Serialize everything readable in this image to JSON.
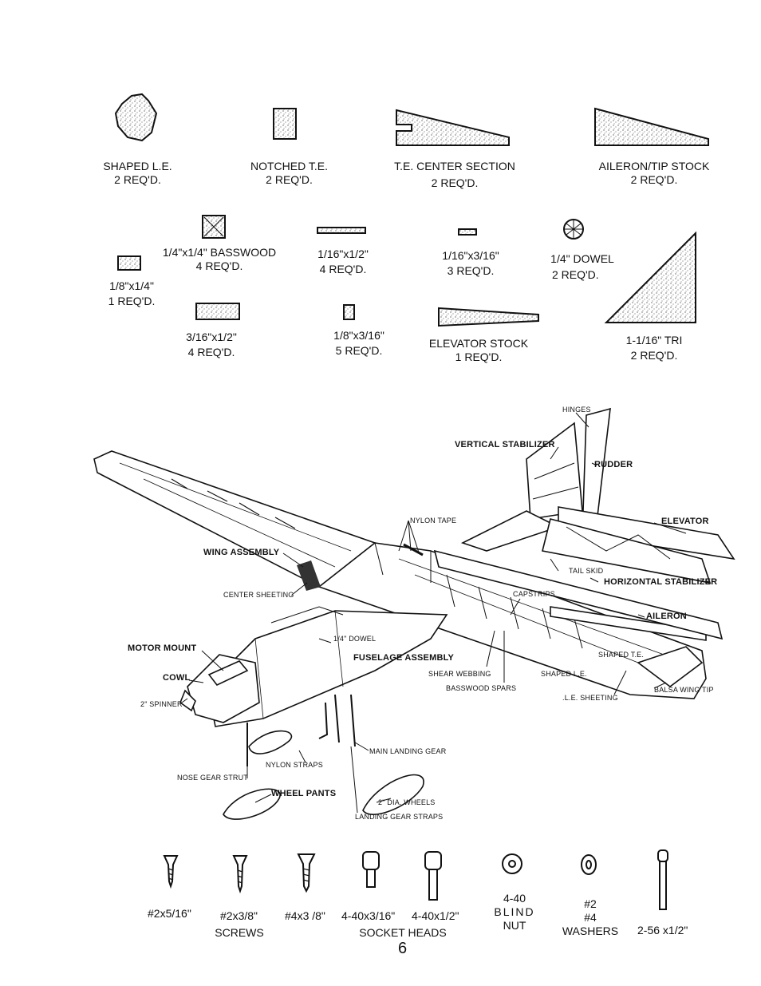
{
  "parts_top": [
    {
      "name": "SHAPED L.E.",
      "qty": "2 REQ'D."
    },
    {
      "name": "NOTCHED T.E.",
      "qty": "2 REQ'D."
    },
    {
      "name": "T.E. CENTER SECTION",
      "qty": "2 REQ'D."
    },
    {
      "name": "AILERON/TIP STOCK",
      "qty": "2 REQ'D."
    }
  ],
  "parts_mid": {
    "basswood_quarter": {
      "name": "1/4\"x1/4\" BASSWOOD",
      "qty": "4 REQ'D."
    },
    "eighth_by_quarter": {
      "name": "1/8\"x1/4\"",
      "qty": "1 REQ'D."
    },
    "sixteenth_by_half": {
      "name": "1/16\"x1/2\"",
      "qty": "4 REQ'D."
    },
    "sixteenth_by_3_16": {
      "name": "1/16\"x3/16\"",
      "qty": "3 REQ'D."
    },
    "dowel": {
      "name": "1/4\" DOWEL",
      "qty": "2 REQ'D."
    },
    "three_16_by_half": {
      "name": "3/16\"x1/2\"",
      "qty": "4 REQ'D."
    },
    "eighth_by_3_16": {
      "name": "1/8\"x3/16\"",
      "qty": "5 REQ'D."
    },
    "elevator_stock": {
      "name": "ELEVATOR STOCK",
      "qty": "1 REQ'D."
    },
    "tri": {
      "name": "1-1/16\" TRI",
      "qty": "2 REQ'D."
    }
  },
  "assembly_callouts": {
    "hinges": "HINGES",
    "vertical_stabilizer": "VERTICAL STABILIZER",
    "rudder": "RUDDER",
    "nylon_tape": "NYLON TAPE",
    "elevator": "ELEVATOR",
    "wing_assembly": "WING ASSEMBLY",
    "tail_skid": "TAIL SKID",
    "horizontal_stabilizer": "HORIZONTAL STABILIZER",
    "center_sheeting": "CENTER SHEETING",
    "capstrips": "CAPSTRIPS",
    "aileron": "AILERON",
    "motor_mount": "MOTOR MOUNT",
    "dowel_quarter": "1/4\" DOWEL",
    "fuselage_assembly": "FUSELAGE ASSEMBLY",
    "shaped_te": "SHAPED T.E.",
    "cowl": "COWL",
    "shear_webbing": "SHEAR WEBBING",
    "shaped_le": "SHAPED L.E.",
    "basswood_spars": "BASSWOOD SPARS",
    "spinner": "2\" SPINNER",
    "le_sheeting": ".L.E. SHEETING",
    "balsa_wing_tip": "BALSA WING TIP",
    "main_landing_gear": "MAIN LANDING GEAR",
    "nylon_straps": "NYLON STRAPS",
    "nose_gear_strut": "NOSE GEAR STRUT",
    "wheel_pants": "WHEEL PANTS",
    "dia_wheels": "2\" DIA. WHEELS",
    "landing_gear_straps": "LANDING GEAR STRAPS"
  },
  "hardware": {
    "screw_2x5_16": "#2x5/16\"",
    "screw_2x3_8": "#2x3/8\"",
    "screw_4x3_8": "#4x3 /8\"",
    "screws_group": "SCREWS",
    "socket_4_40x3_16": "4-40x3/16\"",
    "socket_4_40x1_2": "4-40x1/2\"",
    "socket_group": "SOCKET HEADS",
    "blind_nut_line1": "4-40",
    "blind_nut_line2": "BLIND",
    "blind_nut_line3": "NUT",
    "washer_line1": "#2",
    "washer_line2": "#4",
    "washer_line3": "WASHERS",
    "bolt_2_56": "2-56 x1/2\""
  },
  "page_number": "6"
}
